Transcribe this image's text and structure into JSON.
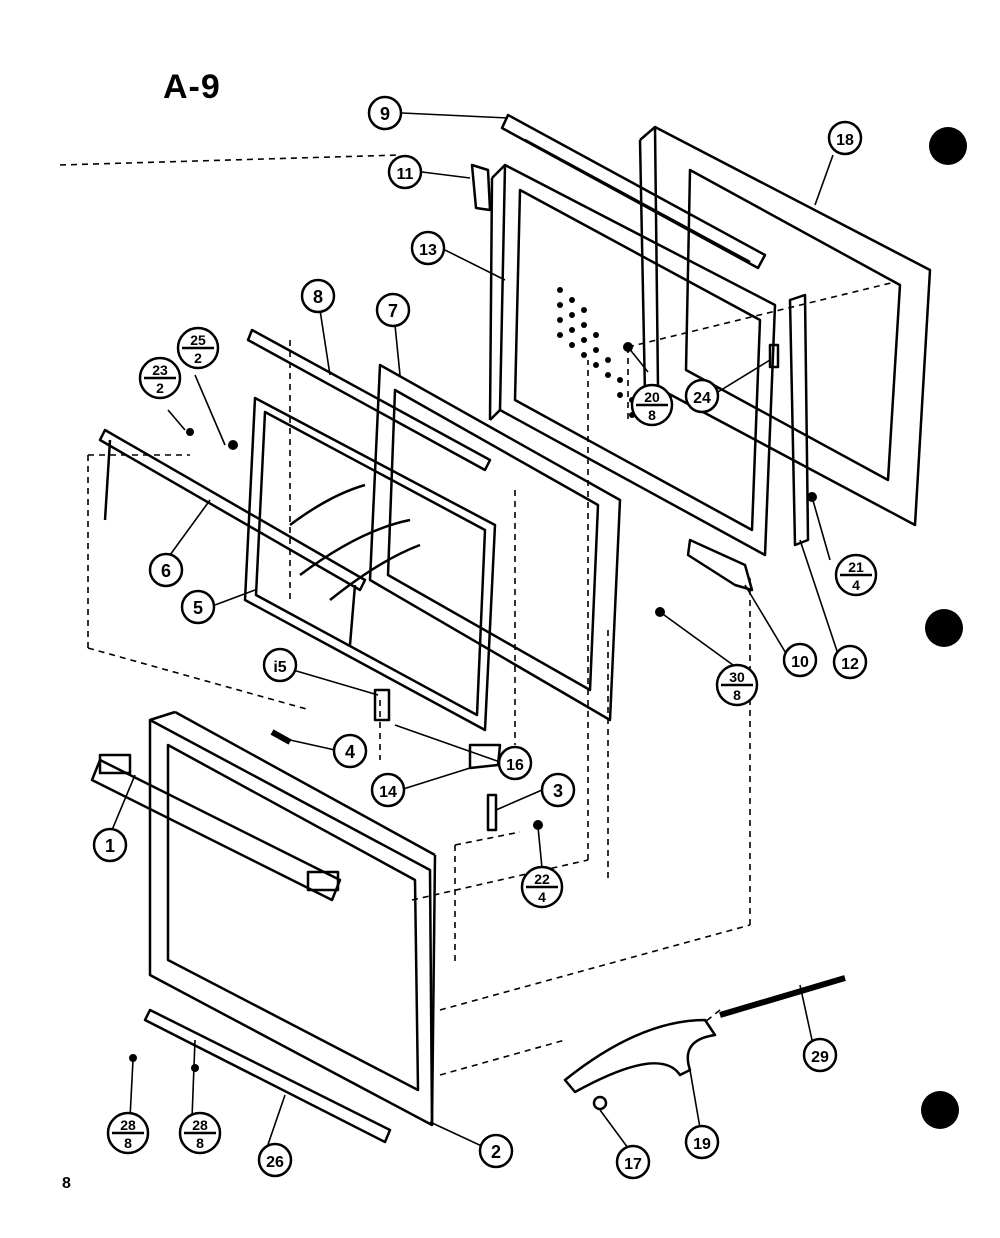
{
  "figure": {
    "title": "A-9",
    "page_number": "8"
  },
  "callouts": {
    "c9": "9",
    "c11": "11",
    "c13": "13",
    "c18": "18",
    "c8": "8",
    "c7": "7",
    "c24": "24",
    "c6": "6",
    "c5": "5",
    "c15": "i5",
    "c4": "4",
    "c16": "16",
    "c14": "14",
    "c3": "3",
    "c1": "1",
    "c10": "10",
    "c12": "12",
    "c29": "29",
    "c19": "19",
    "c17": "17",
    "c2": "2",
    "c26": "26"
  },
  "fractions": {
    "f25": {
      "num": "25",
      "den": "2"
    },
    "f23": {
      "num": "23",
      "den": "2"
    },
    "f20": {
      "num": "20",
      "den": "8"
    },
    "f21": {
      "num": "21",
      "den": "4"
    },
    "f30": {
      "num": "30",
      "den": "8"
    },
    "f22": {
      "num": "22",
      "den": "4"
    },
    "f28a": {
      "num": "28",
      "den": "8"
    },
    "f28b": {
      "num": "28",
      "den": "8"
    }
  }
}
